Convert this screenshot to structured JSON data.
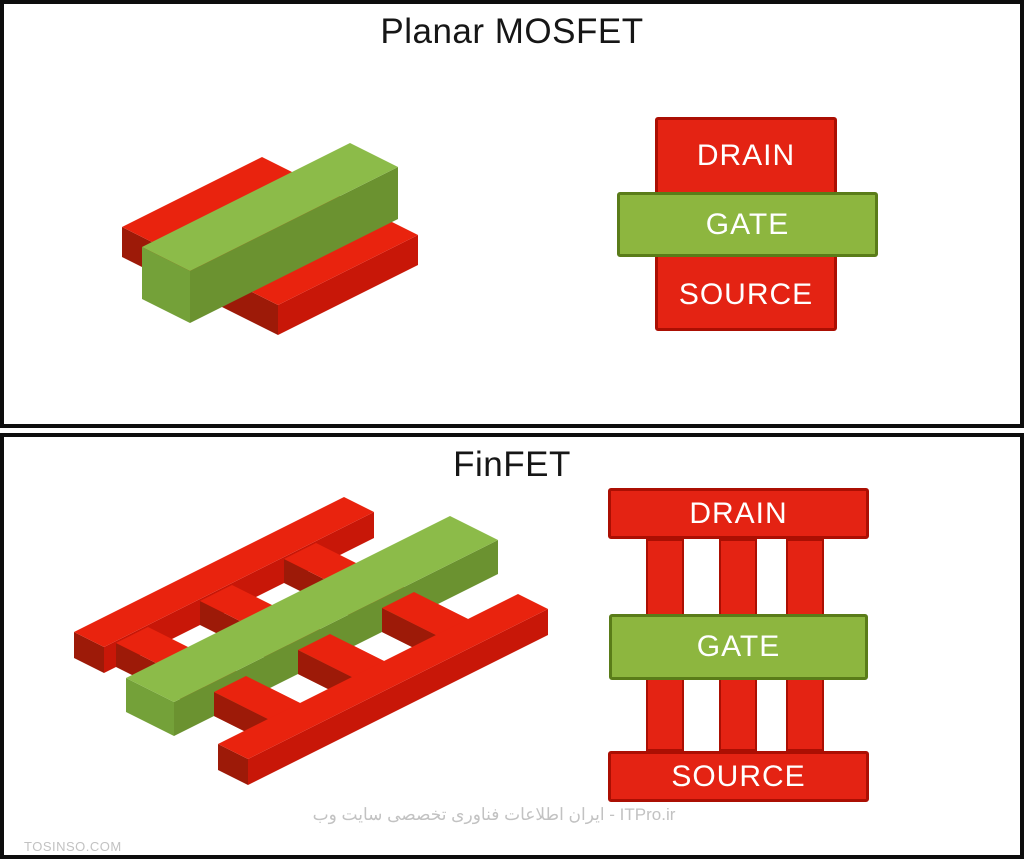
{
  "top_panel": {
    "title": "Planar MOSFET",
    "labels": {
      "drain": "DRAIN",
      "gate": "GATE",
      "source": "SOURCE"
    }
  },
  "bottom_panel": {
    "title": "FinFET",
    "labels": {
      "drain": "DRAIN",
      "gate": "GATE",
      "source": "SOURCE"
    }
  },
  "watermarks": {
    "site": "TOSINSO.COM",
    "credit": "ایران اطلاعات فناوری تخصصی سایت وب - ITPro.ir"
  },
  "colors": {
    "panel_border": "#0d0d0d",
    "title_text": "#161616",
    "label_text": "#ffffff",
    "watermark": "#c2c2c2",
    "red_fill": "#e42313",
    "red_border": "#ab0f03",
    "green_fill": "#8db63f",
    "green_border": "#5a7c19",
    "red_top": "#e9230e",
    "red_side_dark": "#9d1a08",
    "red_side_mid": "#c81708",
    "green_top": "#8cbb49",
    "green_side_dark": "#6b9230",
    "green_side_mid": "#74a139"
  }
}
